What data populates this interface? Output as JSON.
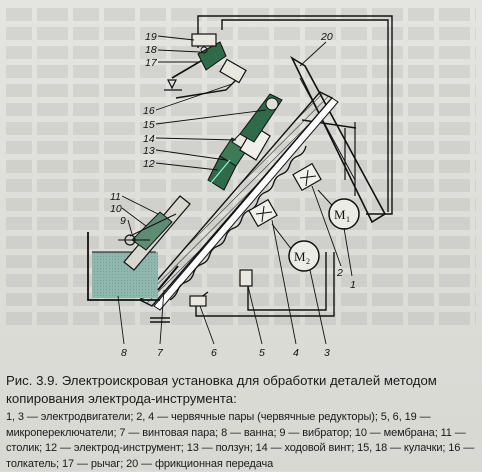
{
  "figure": {
    "numbers": {
      "n1": "1",
      "n2": "2",
      "n3": "3",
      "n4": "4",
      "n5": "5",
      "n6": "6",
      "n7": "7",
      "n8": "8",
      "n9": "9",
      "n10": "10",
      "n11": "11",
      "n12": "12",
      "n13": "13",
      "n14": "14",
      "n15": "15",
      "n16": "16",
      "n17": "17",
      "n18": "18",
      "n19": "19",
      "n20": "20"
    },
    "motor1": {
      "letter": "M",
      "sub": "1"
    },
    "motor2": {
      "letter": "M",
      "sub": "2"
    }
  },
  "caption": {
    "title": "Рис. 3.9. Электроискровая установка для обработки деталей методом копирования электрода-инструмента:",
    "legend": "1, 3 — электродвигатели; 2, 4 — червячные пары (червячные редукторы); 5, 6, 19 — микропереключатели; 7 — винтовая пара; 8 — ванна; 9 — вибратор; 10 — мембрана; 11 — столик; 12 — электрод-инструмент; 13 — ползун; 14 — ходовой винт; 15, 18 — кулачки; 16 — толкатель; 17 — рычаг; 20 — фрикционная передача"
  },
  "colors": {
    "paper": "#dcdcd8",
    "ink": "#1e1e1e",
    "green": "#2f6b4a",
    "liquid": "#8fb7ad"
  }
}
